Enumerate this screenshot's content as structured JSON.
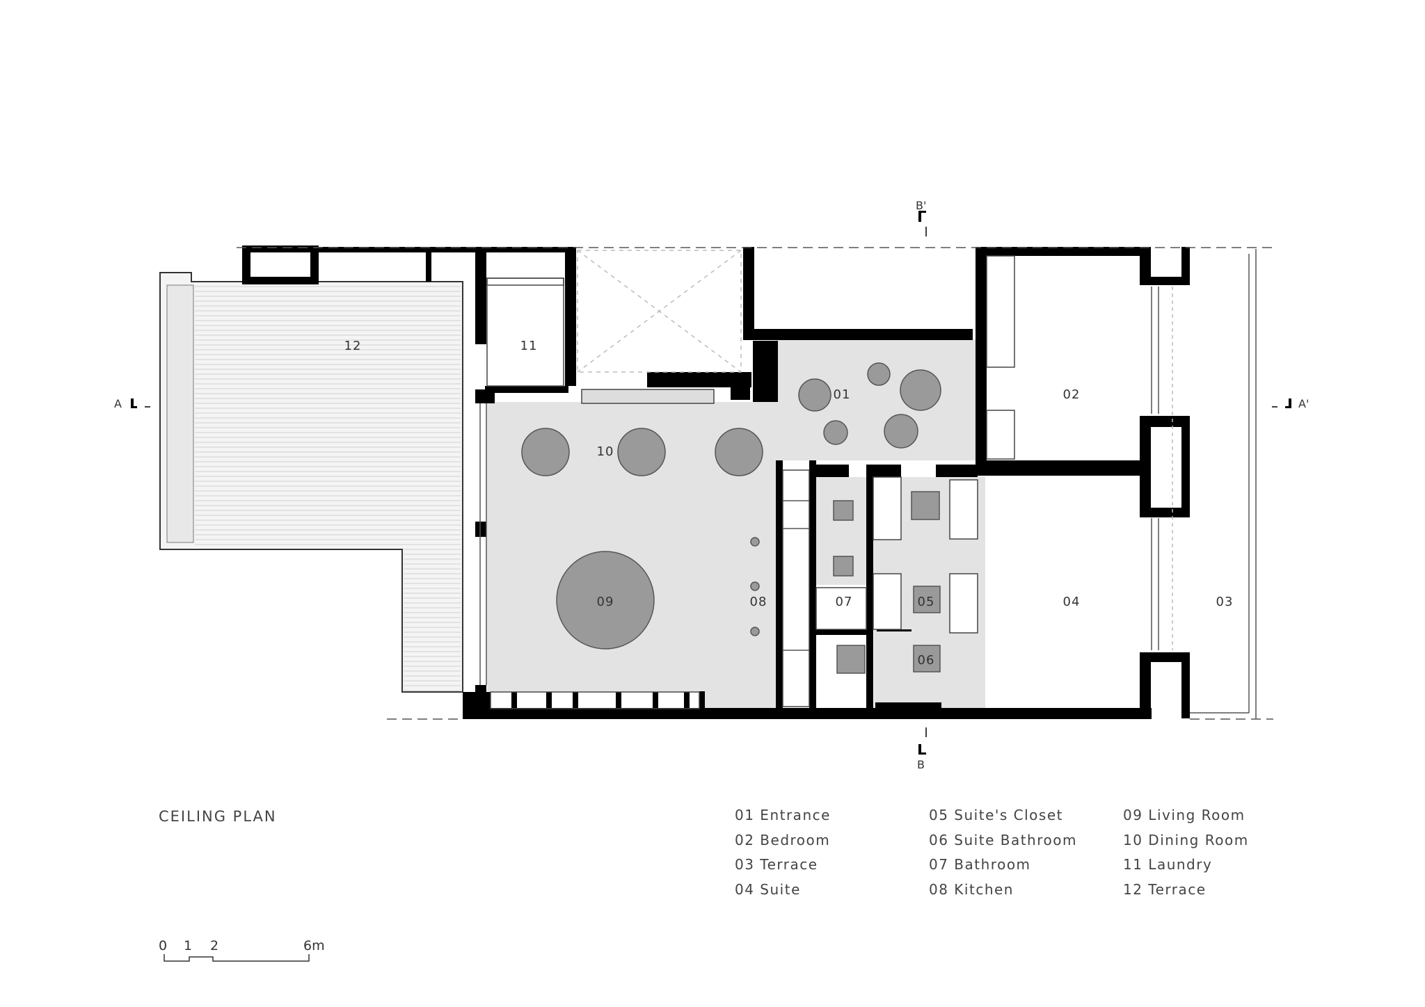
{
  "title": "CEILING PLAN",
  "section_marks": {
    "a_left": "A",
    "a_right": "A'",
    "b_top": "B'",
    "b_bottom": "B"
  },
  "rooms": [
    {
      "num": "01",
      "name": "Entrance"
    },
    {
      "num": "02",
      "name": "Bedroom"
    },
    {
      "num": "03",
      "name": "Terrace"
    },
    {
      "num": "04",
      "name": "Suite"
    },
    {
      "num": "05",
      "name": "Suite's Closet"
    },
    {
      "num": "06",
      "name": "Suite Bathroom"
    },
    {
      "num": "07",
      "name": "Bathroom"
    },
    {
      "num": "08",
      "name": "Kitchen"
    },
    {
      "num": "09",
      "name": "Living Room"
    },
    {
      "num": "10",
      "name": "Dining Room"
    },
    {
      "num": "11",
      "name": "Laundry"
    },
    {
      "num": "12",
      "name": "Terrace"
    }
  ],
  "legend_lines": [
    "01  Entrance",
    "02  Bedroom",
    "03  Terrace",
    "04  Suite",
    "05  Suite's Closet",
    "06  Suite Bathroom",
    "07  Bathroom",
    "08  Kitchen",
    "09  Living Room",
    "10  Dining Room",
    "11  Laundry",
    "12  Terrace"
  ],
  "scale_bar": {
    "ticks": [
      "0",
      "1",
      "2",
      "6m"
    ]
  },
  "colors": {
    "wall": "#000000",
    "floor_fill": "#e3e3e3",
    "fixture_fill": "#9a9a9a",
    "line": "#555555"
  }
}
